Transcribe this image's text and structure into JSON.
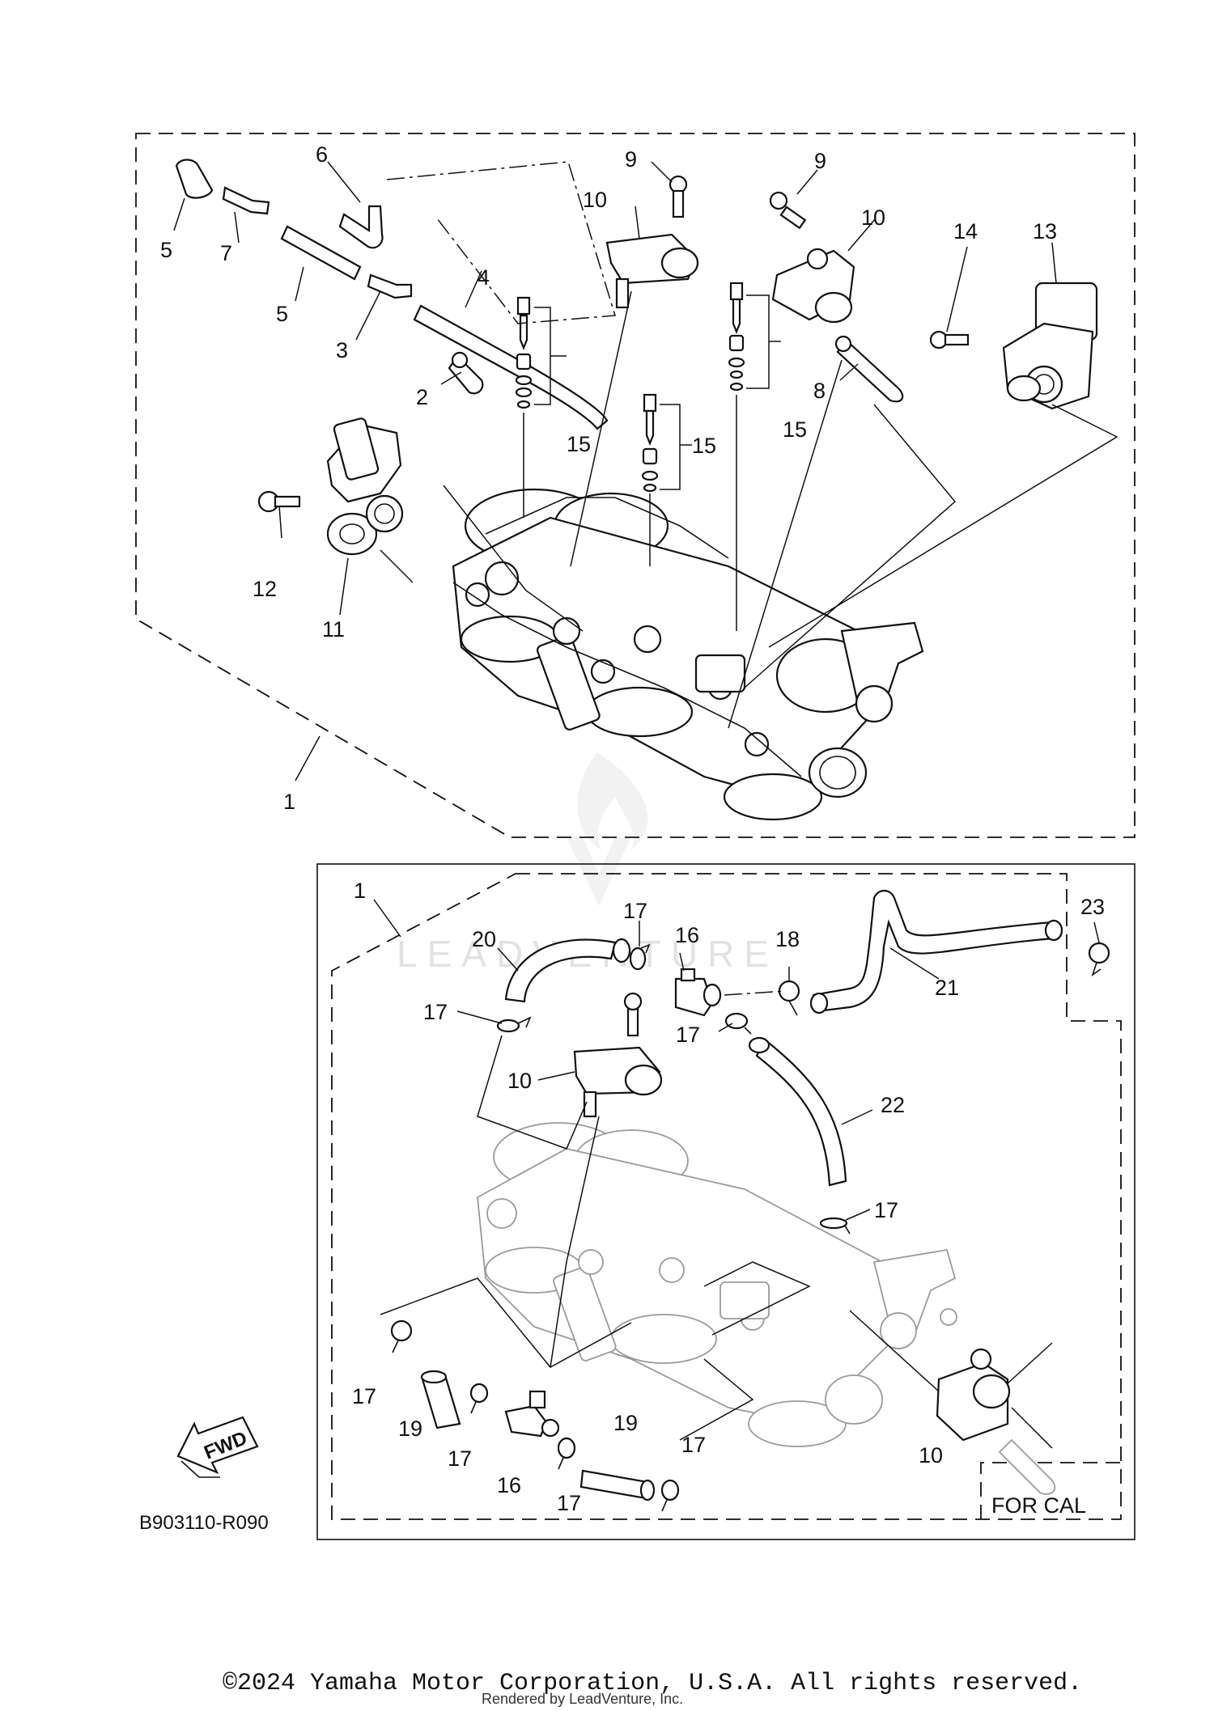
{
  "diagram": {
    "drawing_code": "B903110-R090",
    "variant_label": "FOR CAL",
    "fwd_label": "FWD",
    "watermark": "LEADVENTURE",
    "top_callouts": [
      "1",
      "2",
      "3",
      "4",
      "5",
      "5",
      "6",
      "7",
      "8",
      "9",
      "9",
      "10",
      "10",
      "11",
      "12",
      "13",
      "14",
      "15",
      "15",
      "15"
    ],
    "bottom_callouts": [
      "1",
      "10",
      "10",
      "16",
      "16",
      "17",
      "17",
      "17",
      "17",
      "17",
      "17",
      "17",
      "17",
      "18",
      "19",
      "19",
      "20",
      "21",
      "22",
      "23"
    ]
  },
  "footer": {
    "copyright": "©2024 Yamaha Motor Corporation, U.S.A. All rights reserved.",
    "rendered_by": "Rendered by LeadVenture, Inc."
  }
}
